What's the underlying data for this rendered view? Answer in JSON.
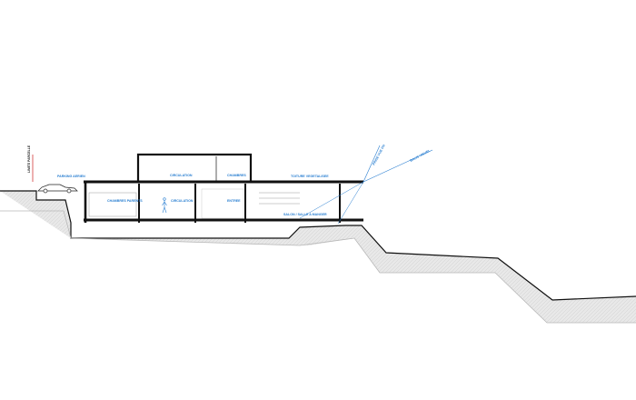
{
  "drawing": {
    "property_limit_label": "LIMITE PARCELLE",
    "rooms": {
      "parking": "PARKING AERIEN",
      "circulation_upper": "CIRCULATION",
      "chambres_upper": "CHAMBRES",
      "toiture": "TOITURE VEGETALISEE",
      "chambres_parents": "CHAMBRES PARENTS",
      "circulation_lower": "CIRCULATION",
      "entree": "ENTREE",
      "salon": "SALON / SALLE A MANGER"
    },
    "sightlines": {
      "line_1": "PRISE VUE PH",
      "line_2": "BALIS VISUEL"
    }
  },
  "colors": {
    "label": "#2a7fd1",
    "structure": "#111111",
    "ground_fill": "#e6e6e6",
    "limit_marker": "#d23a3a"
  }
}
